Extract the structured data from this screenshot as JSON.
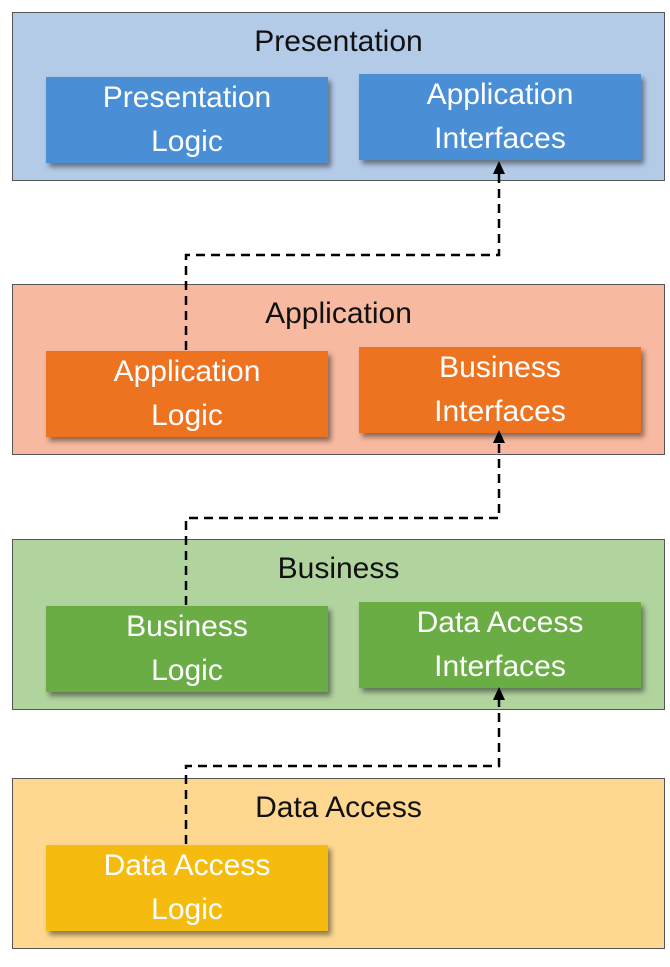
{
  "layers": [
    {
      "title": "Presentation",
      "bg": "#b4cbe8",
      "box_color": "#4a8fd6",
      "left_box": "Presentation\nLogic",
      "right_box": "Application\nInterfaces"
    },
    {
      "title": "Application",
      "bg": "#f7b9a0",
      "box_color": "#ee7320",
      "left_box": "Application\nLogic",
      "right_box": "Business\nInterfaces"
    },
    {
      "title": "Business",
      "bg": "#b1d39e",
      "box_color": "#6aad45",
      "left_box": "Business\nLogic",
      "right_box": "Data Access\nInterfaces"
    },
    {
      "title": "Data Access",
      "bg": "#fed890",
      "box_color": "#f5bc0f",
      "left_box": "Data Access\nLogic"
    }
  ]
}
